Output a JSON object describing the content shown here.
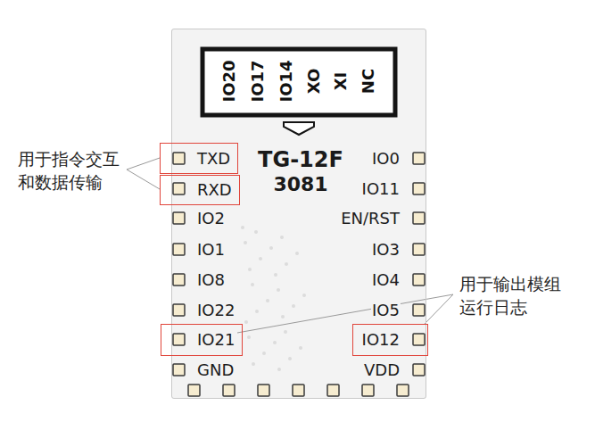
{
  "diagram": {
    "nodes": [
      {
        "text": [
          "TG-12F",
          "3081"
        ]
      },
      {
        "text": [
          "TXD"
        ]
      },
      {
        "text": [
          "RXD"
        ]
      },
      {
        "text": [
          "IO21"
        ]
      },
      {
        "text": [
          "IO12"
        ]
      }
    ],
    "labels": [
      "IO20",
      "IO17",
      "IO14",
      "XO",
      "XI",
      "NC",
      "IO0",
      "IO11",
      "IO2",
      "EN/RST",
      "IO1",
      "IO3",
      "IO8",
      "IO4",
      "IO22",
      "IO5",
      "GND",
      "VDD",
      "用于指令交互和数据传输",
      "用于输出模组运行日志"
    ]
  }
}
